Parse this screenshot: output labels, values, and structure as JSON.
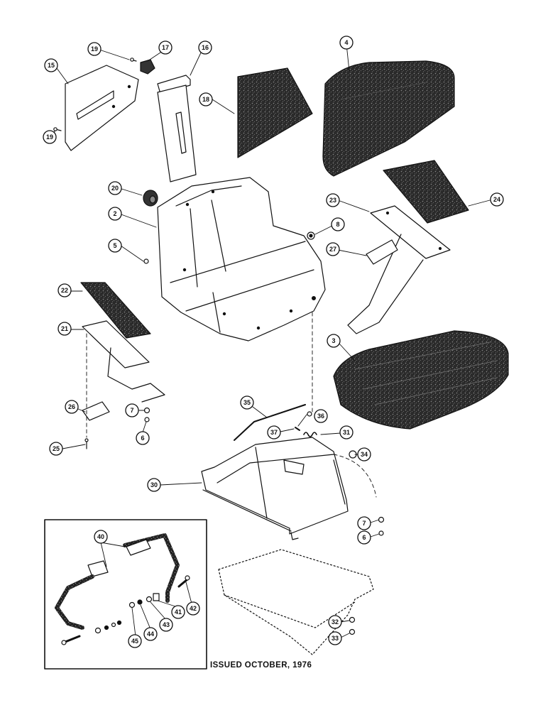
{
  "footer": {
    "issued": "ISSUED OCTOBER, 1976"
  },
  "colors": {
    "ink": "#111111",
    "paper": "#ffffff",
    "foam": "#2a2a2a"
  },
  "callouts": {
    "c2": "2",
    "c3": "3",
    "c4": "4",
    "c5": "5",
    "c6a": "6",
    "c6b": "6",
    "c7a": "7",
    "c7b": "7",
    "c8": "8",
    "c15": "15",
    "c16": "16",
    "c17": "17",
    "c18": "18",
    "c19a": "19",
    "c19b": "19",
    "c20": "20",
    "c21": "21",
    "c22": "22",
    "c23": "23",
    "c24": "24",
    "c25": "25",
    "c26": "26",
    "c27": "27",
    "c30": "30",
    "c31": "31",
    "c32": "32",
    "c33": "33",
    "c34": "34",
    "c35": "35",
    "c36": "36",
    "c37": "37",
    "c40": "40",
    "c41": "41",
    "c42": "42",
    "c43": "43",
    "c44": "44",
    "c45": "45"
  }
}
